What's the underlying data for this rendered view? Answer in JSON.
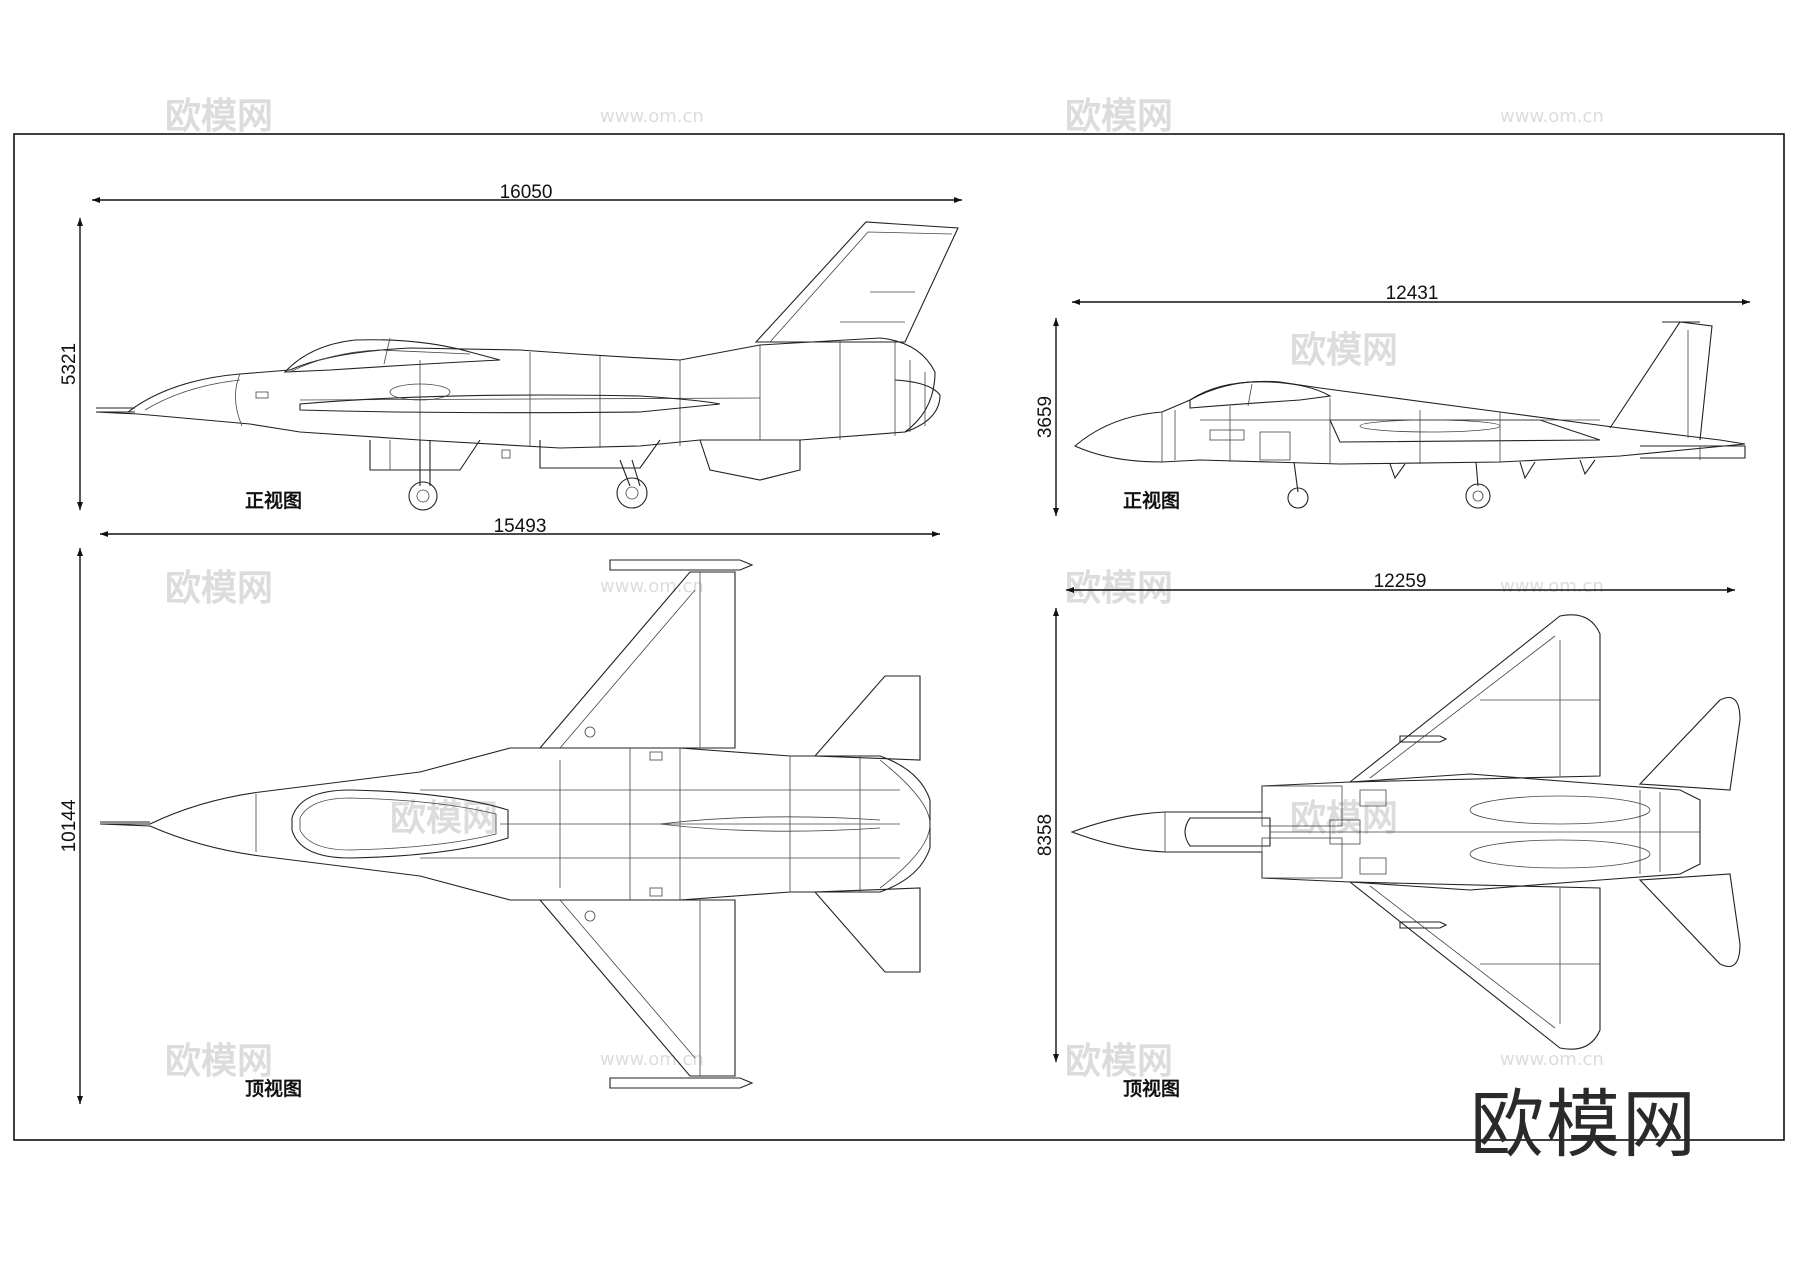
{
  "watermark": {
    "cn": "欧模网",
    "url": "www.om.cn"
  },
  "brand": "欧模网",
  "views": {
    "plane_a_side": {
      "label": "正视图",
      "length": "16050",
      "height": "5321"
    },
    "plane_a_top": {
      "label": "顶视图",
      "length": "15493",
      "span": "10144"
    },
    "plane_b_side": {
      "label": "正视图",
      "length": "12431",
      "height": "3659"
    },
    "plane_b_top": {
      "label": "顶视图",
      "length": "12259",
      "span": "8358"
    }
  },
  "colors": {
    "line": "#222222",
    "watermark": "#dcdcdc",
    "brand": "#2a2a2a"
  }
}
